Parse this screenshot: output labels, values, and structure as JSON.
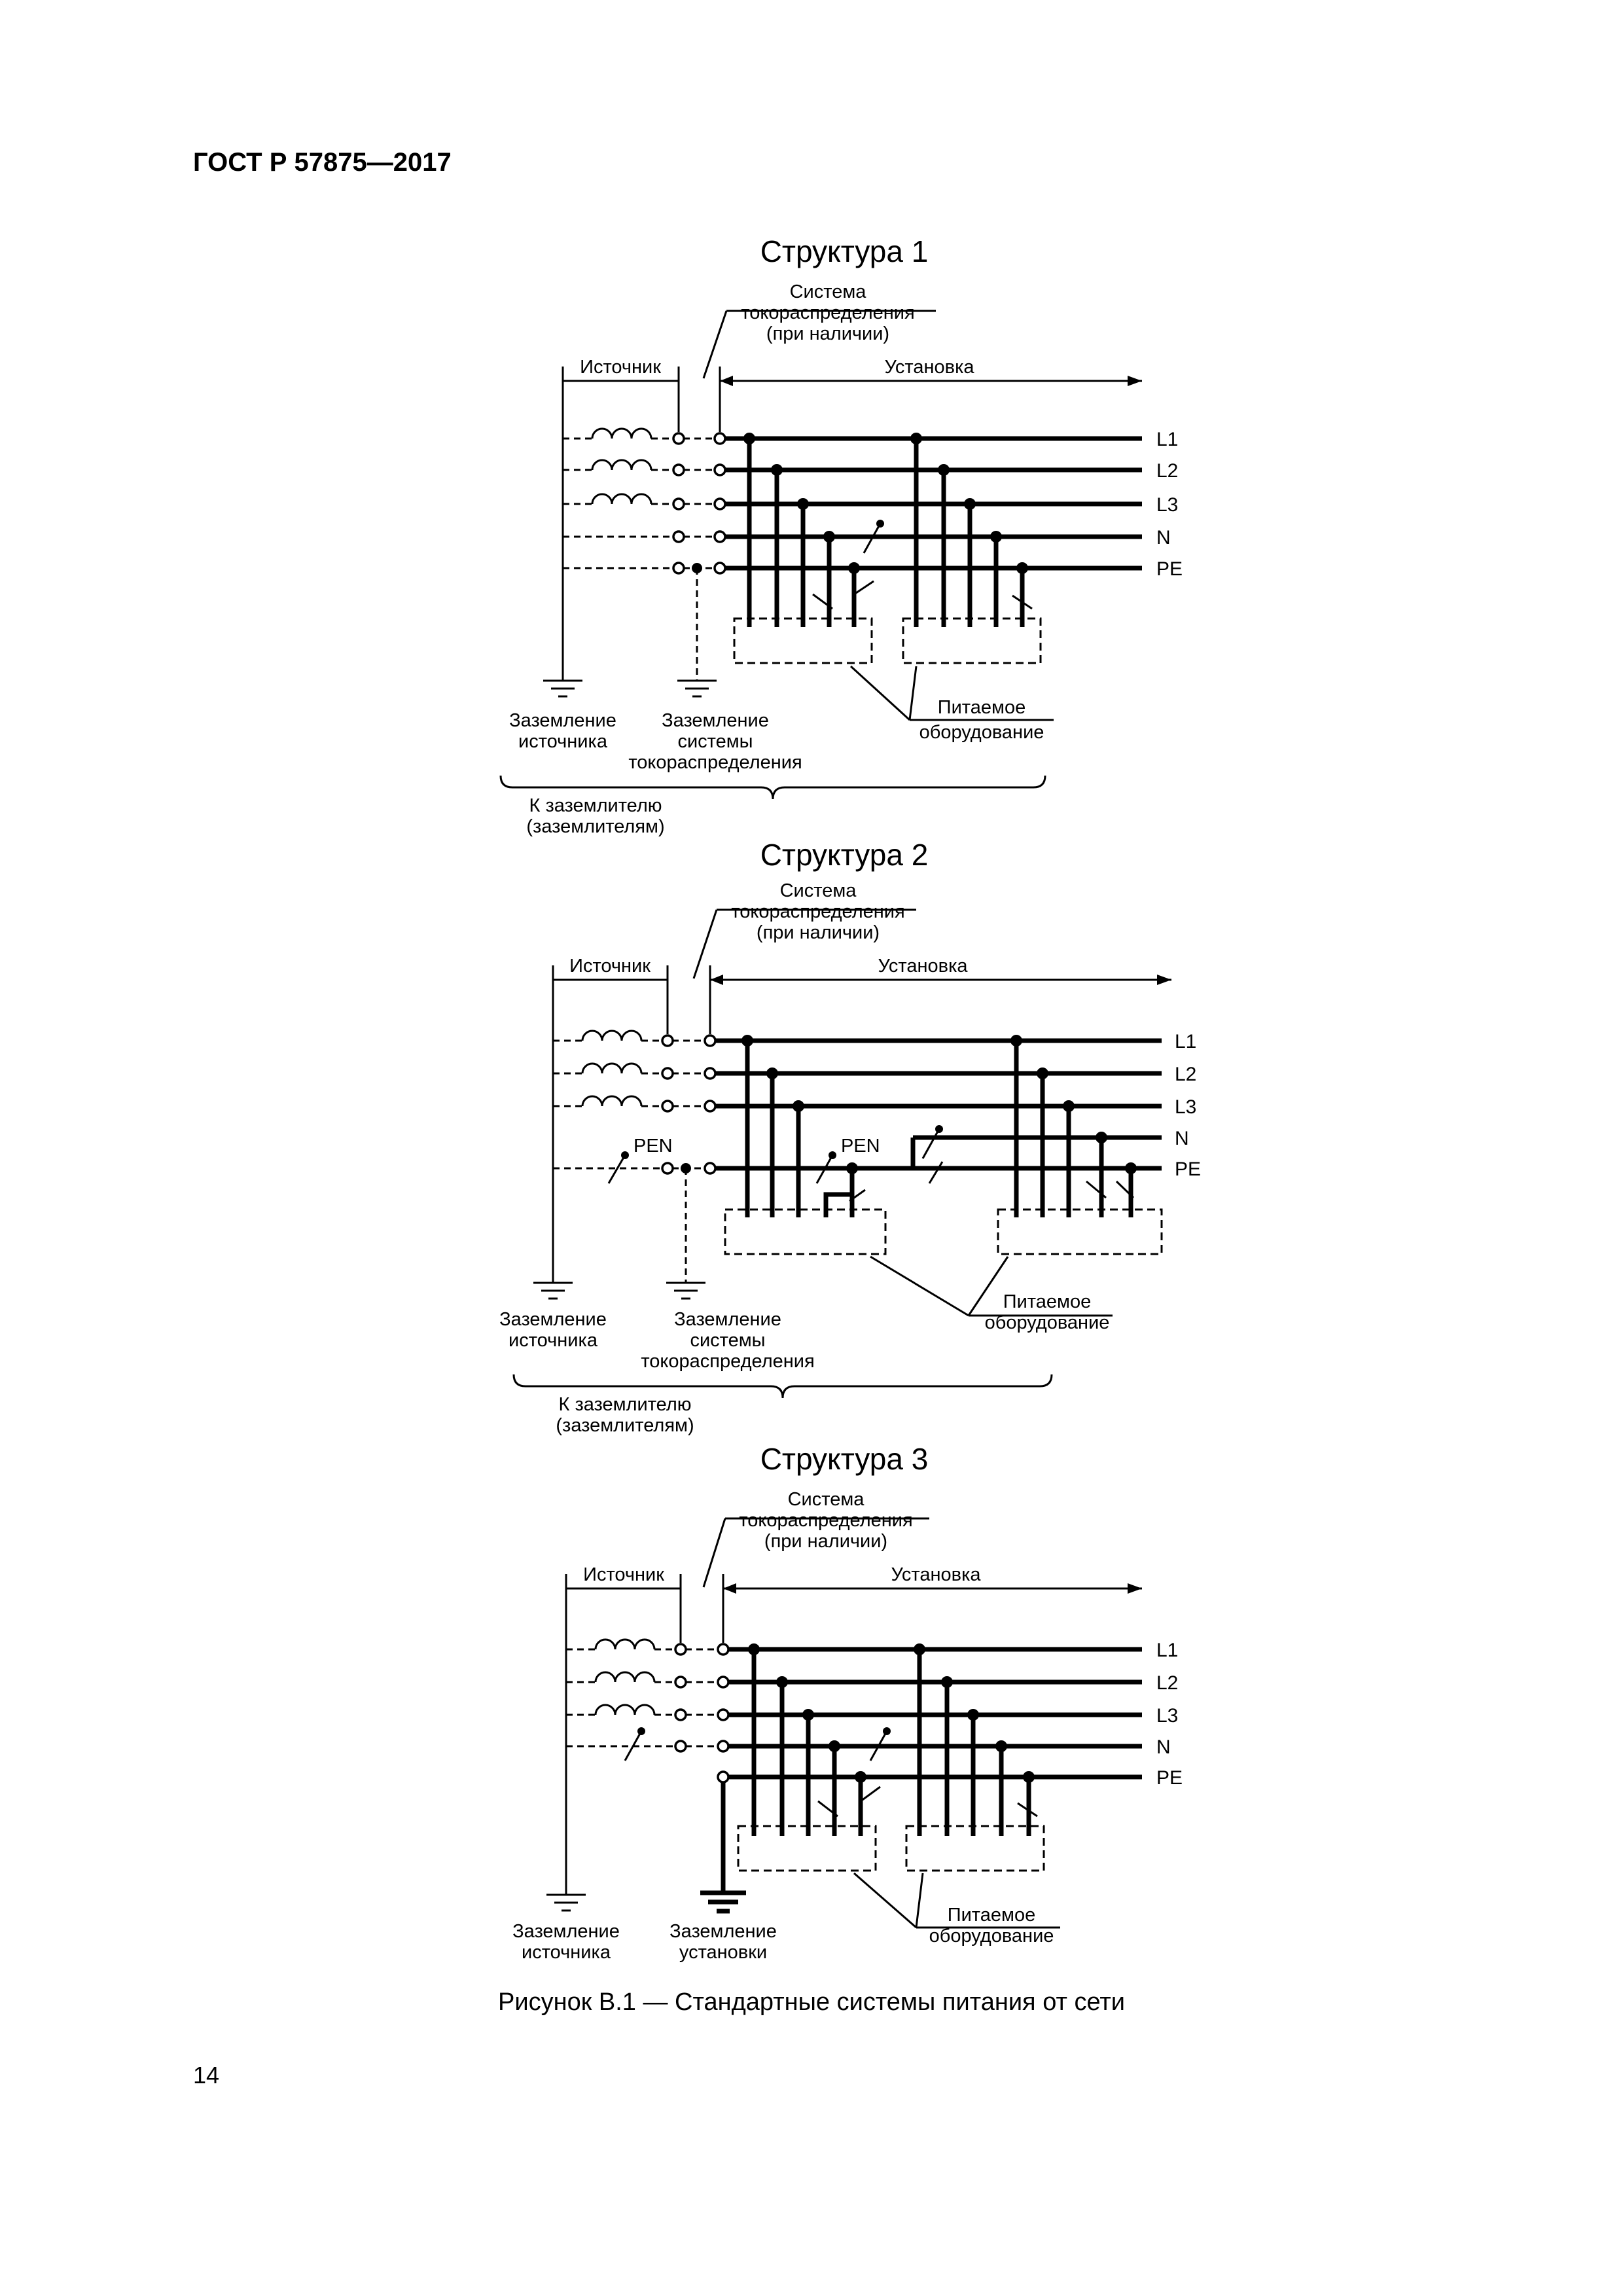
{
  "header": {
    "doc_id": "ГОСТ Р 57875—2017"
  },
  "page_number": "14",
  "figure_caption": "Рисунок В.1 — Стандартные системы питания от сети",
  "labels": {
    "system_line1": "Система",
    "system_line2": "токораспределения",
    "system_line3": "(при наличии)",
    "source": "Источник",
    "installation": "Установка",
    "pen": "PEN",
    "equip_line1": "Питаемое",
    "equip_line2": "оборудование",
    "earth_source_1": "Заземление",
    "earth_source_2": "источника",
    "earth_dist_1": "Заземление",
    "earth_dist_2": "системы",
    "earth_dist_3": "токораспределения",
    "earth_inst_1": "Заземление",
    "earth_inst_2": "установки",
    "to_earth_1": "К заземлителю",
    "to_earth_2": "(заземлителям)"
  },
  "structures": [
    {
      "title": "Структура 1",
      "wires": [
        "L1",
        "L2",
        "L3",
        "N",
        "PE"
      ]
    },
    {
      "title": "Структура 2",
      "wires": [
        "L1",
        "L2",
        "L3",
        "N",
        "PE"
      ]
    },
    {
      "title": "Структура 3",
      "wires": [
        "L1",
        "L2",
        "L3",
        "N",
        "PE"
      ]
    }
  ]
}
